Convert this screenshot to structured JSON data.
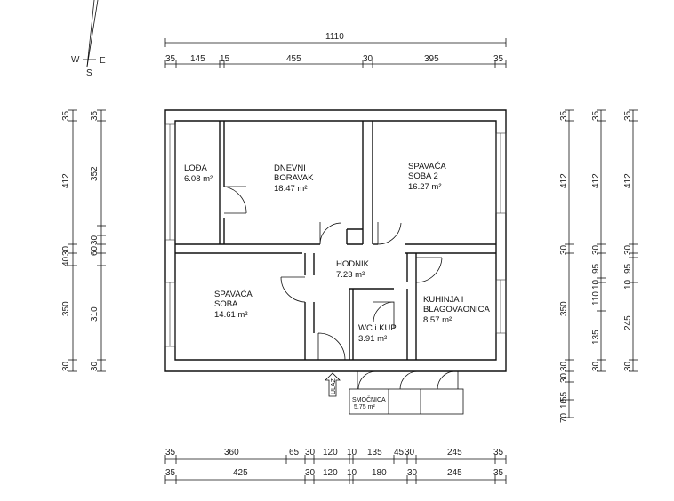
{
  "compass": {
    "w": "W",
    "e": "E",
    "s": "S"
  },
  "dims": {
    "top_total": "1110",
    "top_row": [
      "35",
      "145",
      "15",
      "455",
      "30",
      "395",
      "35"
    ],
    "bottom_row1": [
      "35",
      "360",
      "65",
      "30",
      "120",
      "10",
      "135",
      "45",
      "30",
      "245",
      "35"
    ],
    "bottom_row2": [
      "35",
      "425",
      "30",
      "120",
      "10",
      "180",
      "30",
      "245",
      "35"
    ],
    "left_col1": [
      "35",
      "412",
      "30",
      "40",
      "350",
      "30"
    ],
    "left_col2": [
      "35",
      "352",
      "30",
      "60",
      "310",
      "30"
    ],
    "right_col1": [
      "35",
      "412",
      "30",
      "350",
      "30",
      "30",
      "55",
      "10",
      "70"
    ],
    "right_col2": [
      "35",
      "412",
      "30",
      "110",
      "10",
      "95",
      "135",
      "30"
    ],
    "right_col3": [
      "35",
      "412",
      "30",
      "10",
      "95",
      "245",
      "30"
    ]
  },
  "rooms": {
    "lodja": {
      "name": "LOĐA",
      "area": "6.08 m²"
    },
    "dnevni": {
      "name1": "DNEVNI",
      "name2": "BORAVAK",
      "area": "18.47 m²"
    },
    "spavaca2": {
      "name1": "SPAVAĆA",
      "name2": "SOBA 2",
      "area": "16.27 m²"
    },
    "hodnik": {
      "name": "HODNIK",
      "area": "7.23 m²"
    },
    "spavaca": {
      "name1": "SPAVAĆA",
      "name2": "SOBA",
      "area": "14.61 m²"
    },
    "kuhinja": {
      "name1": "KUHINJA I",
      "name2": "BLAGOVAONICA",
      "area": "8.57 m²"
    },
    "wc": {
      "name": "WC i KUP.",
      "area": "3.91 m²"
    },
    "smocnica": {
      "name": "SMOČNICA",
      "area": "5.75 m²"
    }
  },
  "entrance": "ULAZ"
}
